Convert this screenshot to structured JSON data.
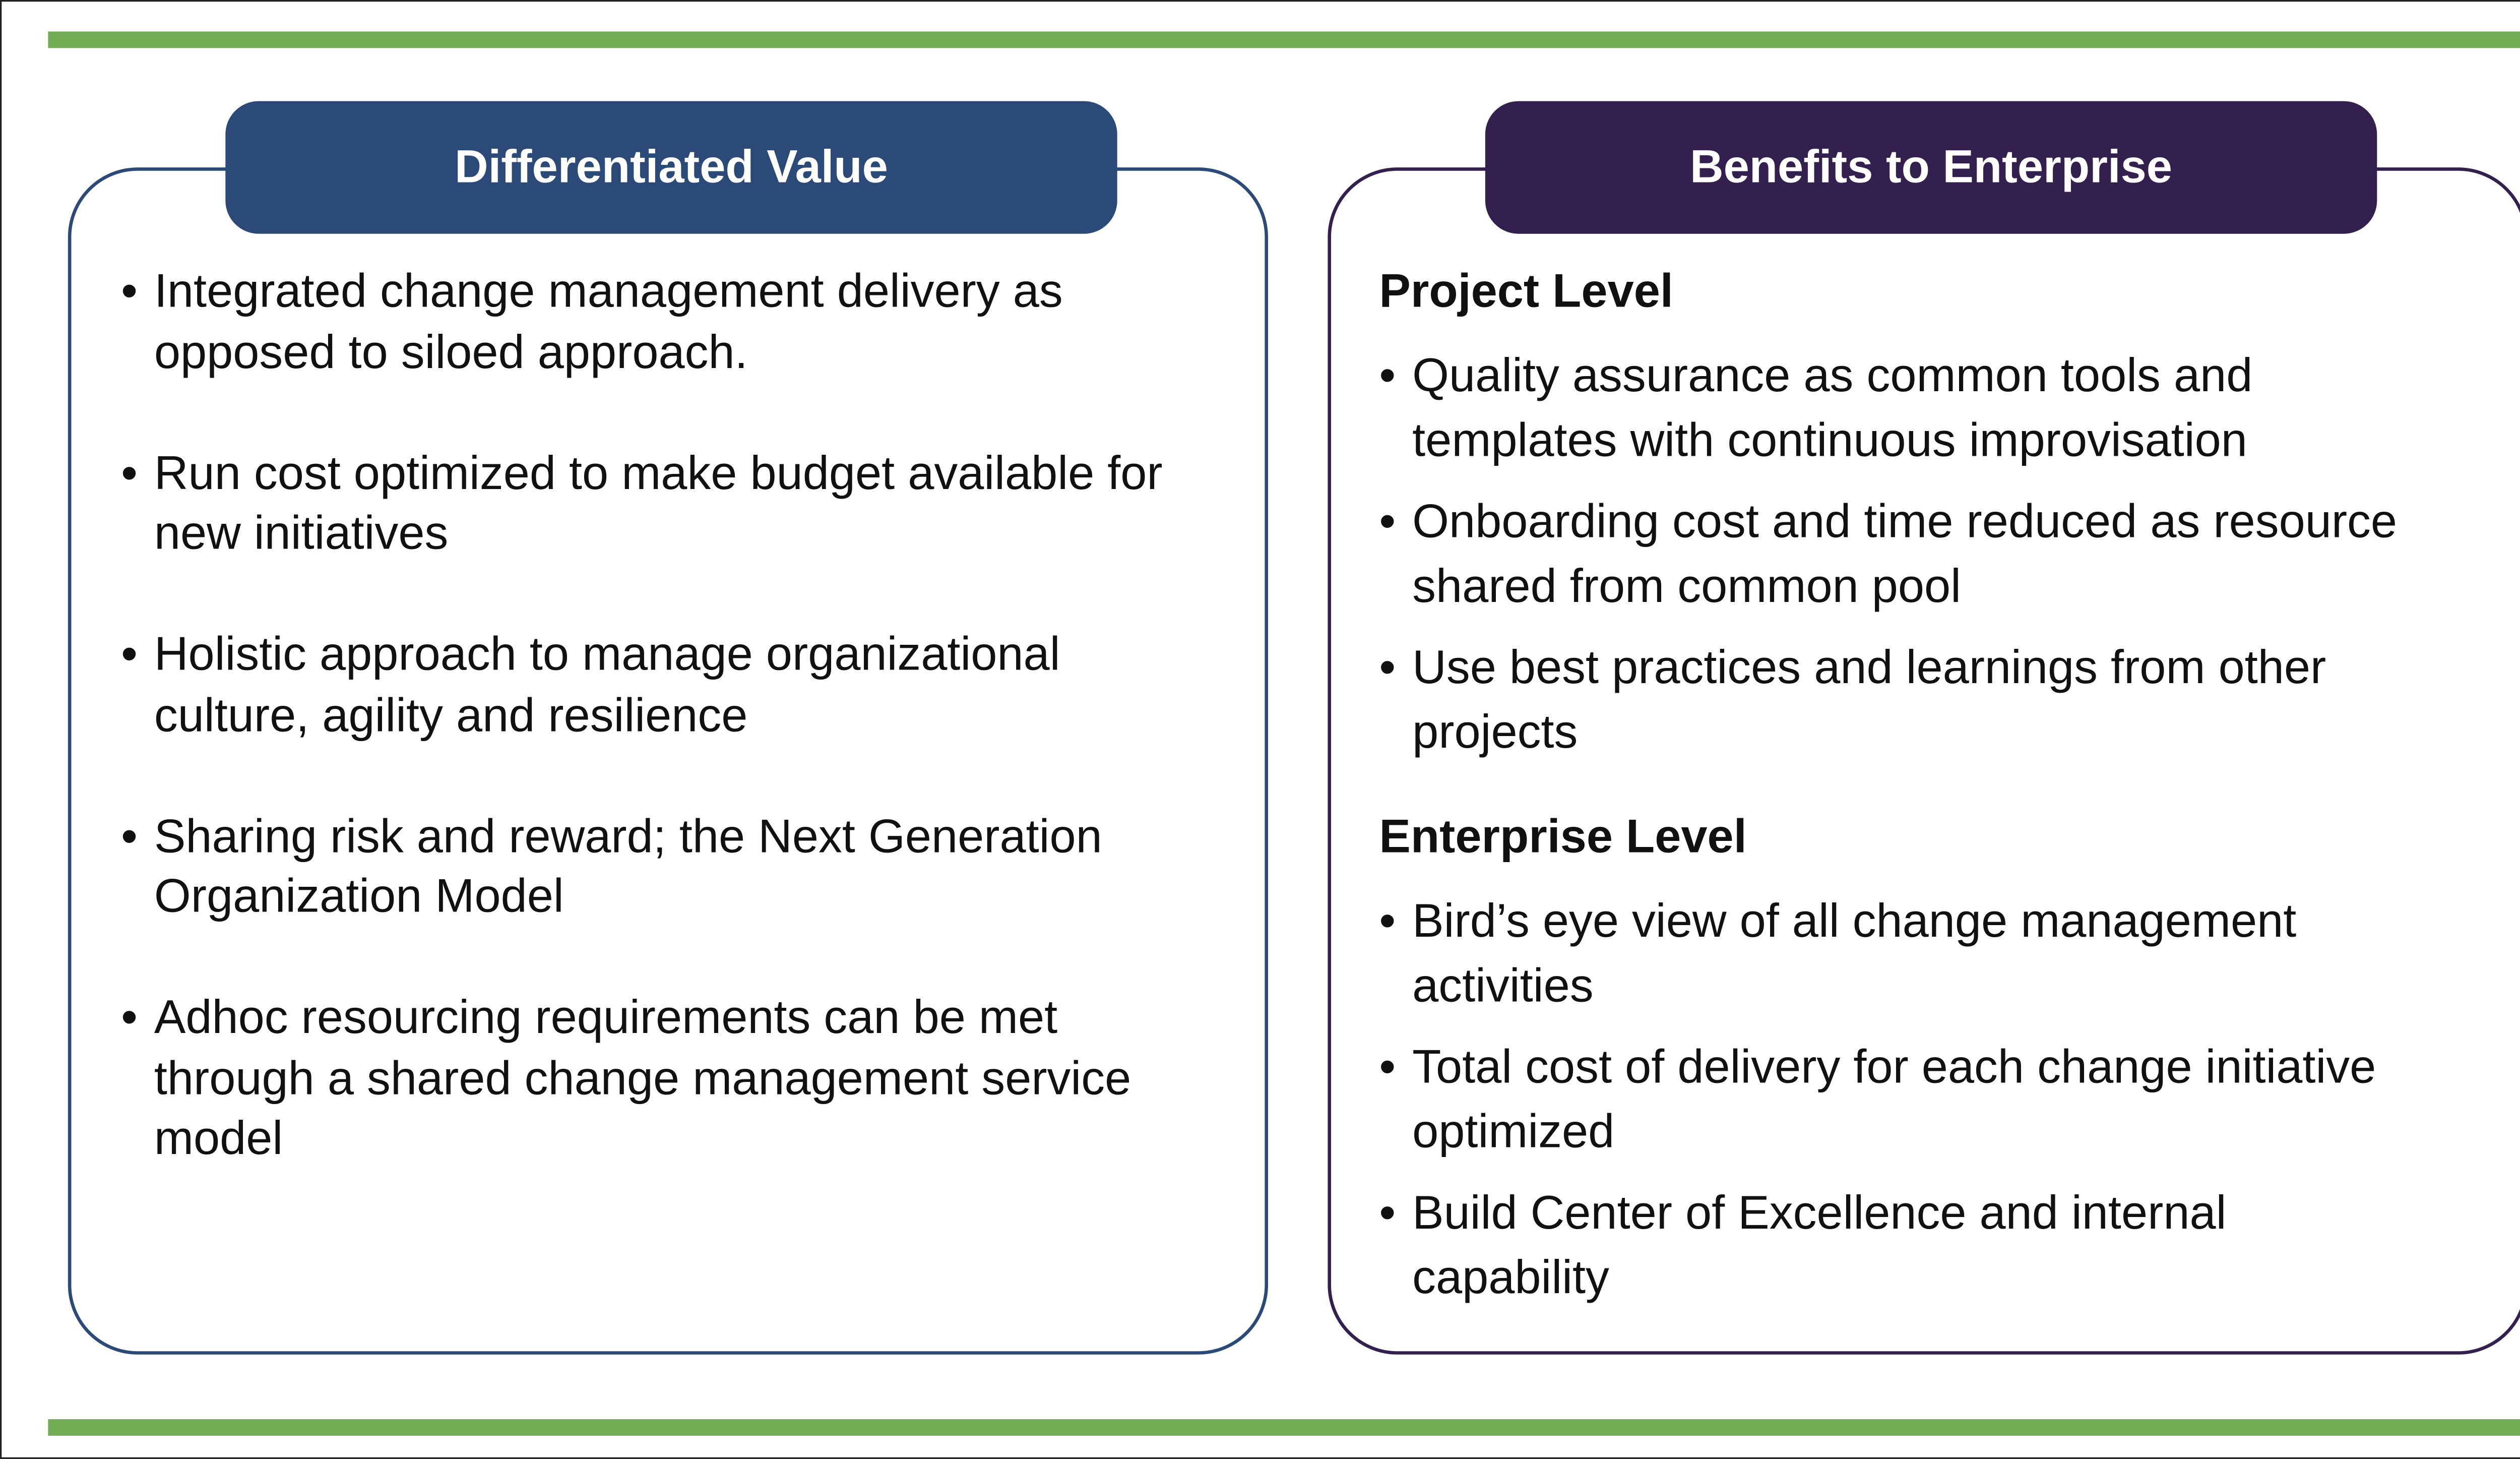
{
  "colors": {
    "accent_bar": "#70ad55",
    "left_theme": "#2b4a78",
    "right_theme": "#33204f"
  },
  "left_panel": {
    "title": "Differentiated Value",
    "items": [
      "Integrated change management delivery as opposed to siloed approach.",
      "Run cost optimized to make budget available for new initiatives",
      "Holistic approach to manage organizational culture, agility and resilience",
      "Sharing risk and reward; the Next Generation Organization Model",
      "Adhoc resourcing requirements can be met through a shared change management service model"
    ]
  },
  "right_panel": {
    "title": "Benefits to Enterprise",
    "sections": [
      {
        "heading": "Project Level",
        "items": [
          "Quality assurance as common tools and templates with continuous improvisation",
          "Onboarding cost and time reduced as resource shared from common pool",
          "Use best practices and learnings from other projects"
        ]
      },
      {
        "heading": "Enterprise Level",
        "items": [
          "Bird’s eye view of all change management activities",
          "Total cost of delivery for each change initiative optimized",
          "Build Center of Excellence and internal capability"
        ]
      }
    ]
  }
}
